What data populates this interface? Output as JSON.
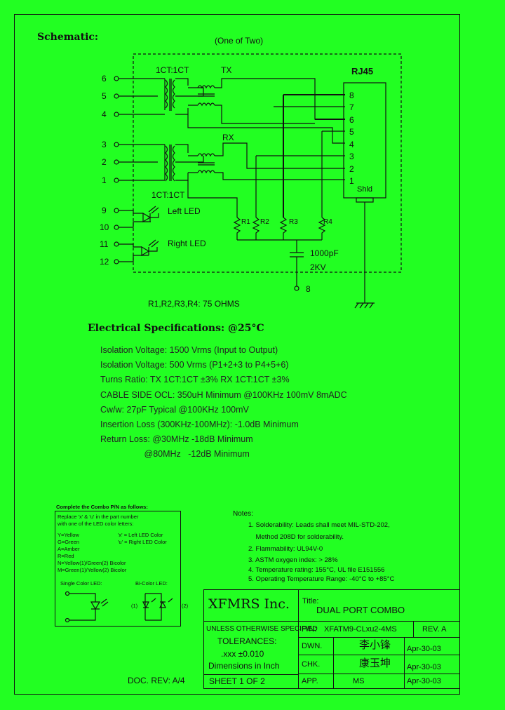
{
  "schematic": {
    "heading": "Schematic:",
    "subtitle": "(One of Two)",
    "connector": "RJ45",
    "tx_ratio": "1CT:1CT",
    "tx_label": "TX",
    "rx_ratio": "1CT:1CT",
    "rx_label": "RX",
    "left_pins": [
      "6",
      "5",
      "4",
      "3",
      "2",
      "1",
      "9",
      "10",
      "11",
      "12"
    ],
    "rj45_pins": [
      "8",
      "7",
      "6",
      "5",
      "4",
      "3",
      "2",
      "1"
    ],
    "shield_label": "Shld",
    "left_led_label": "Left LED",
    "right_led_label": "Right LED",
    "resistors": [
      "R1",
      "R2",
      "R3",
      "R4"
    ],
    "capacitor_value": "1000pF",
    "capacitor_voltage": "2KV",
    "ground_pin": "8",
    "resistor_note": "R1,R2,R3,R4: 75 OHMS"
  },
  "electrical": {
    "heading": "Electrical   Specifications: @25°C",
    "lines": [
      "Isolation Voltage:  1500 Vrms (Input to Output)",
      "Isolation Voltage:  500 Vrms (P1+2+3 to P4+5+6)",
      "Turns Ratio: TX 1CT:1CT ±3%  RX 1CT:1CT ±3%",
      "CABLE SIDE OCL: 350uH Minimum @100KHz 100mV 8mADC",
      "Cw/w: 27pF Typical @100KHz 100mV",
      "Insertion Loss (300KHz-100MHz): -1.0dB Minimum",
      "Return Loss: @30MHz   -18dB Minimum",
      "                  @80MHz   -12dB Minimum"
    ]
  },
  "combo": {
    "title": "Complete the Combo P/N as follows:",
    "lines": [
      "Replace 'x' & 'u' in the part number",
      "with one of the LED color letters:"
    ],
    "colors": [
      "Y=Yellow",
      "G=Green",
      "A=Amber",
      "R=Red",
      "N=Yellow(1)/Green(2) Bicolor",
      "M=Green(1)/Yellow(2) Bicolor"
    ],
    "x_def": "'x' = Left LED Color",
    "u_def": "'u' = Right LED Color",
    "single_label": "Single Color LED:",
    "bi_label": "Bi-Color LED:",
    "bi_pin1": "(1)",
    "bi_pin2": "(2)"
  },
  "notes": {
    "heading": "Notes:",
    "items": [
      "1. Solderability: Leads shall meet MIL-STD-202,",
      "    Method 208D for solderability.",
      "2. Flammability: UL94V-0",
      "3. ASTM oxygen index: > 28%",
      "4. Temperature rating: 155°C, UL file E151556",
      "5. Operating Temperature Range: -40°C to +85°C"
    ]
  },
  "title_block": {
    "company": "XFMRS Inc.",
    "title_label": "Title:",
    "title_value": "DUAL PORT COMBO",
    "spec_line": "UNLESS OTHERWISE SPECIFIED",
    "tolerances": "TOLERANCES:",
    "tol_value": ".xxx ±0.010",
    "dims": "Dimensions in Inch",
    "sheet": "SHEET  1  OF  2",
    "pn_label": "P/N:",
    "pn_value": "XFATM9-CLxu2-4MS",
    "rev": "REV. A",
    "dwn_label": "DWN.",
    "dwn_name": "李小锋",
    "dwn_date": "Apr-30-03",
    "chk_label": "CHK.",
    "chk_name": "康玉坤",
    "chk_date": "Apr-30-03",
    "app_label": "APP.",
    "app_name": "MS",
    "app_date": "Apr-30-03"
  },
  "doc_rev": "DOC. REV: A/4"
}
